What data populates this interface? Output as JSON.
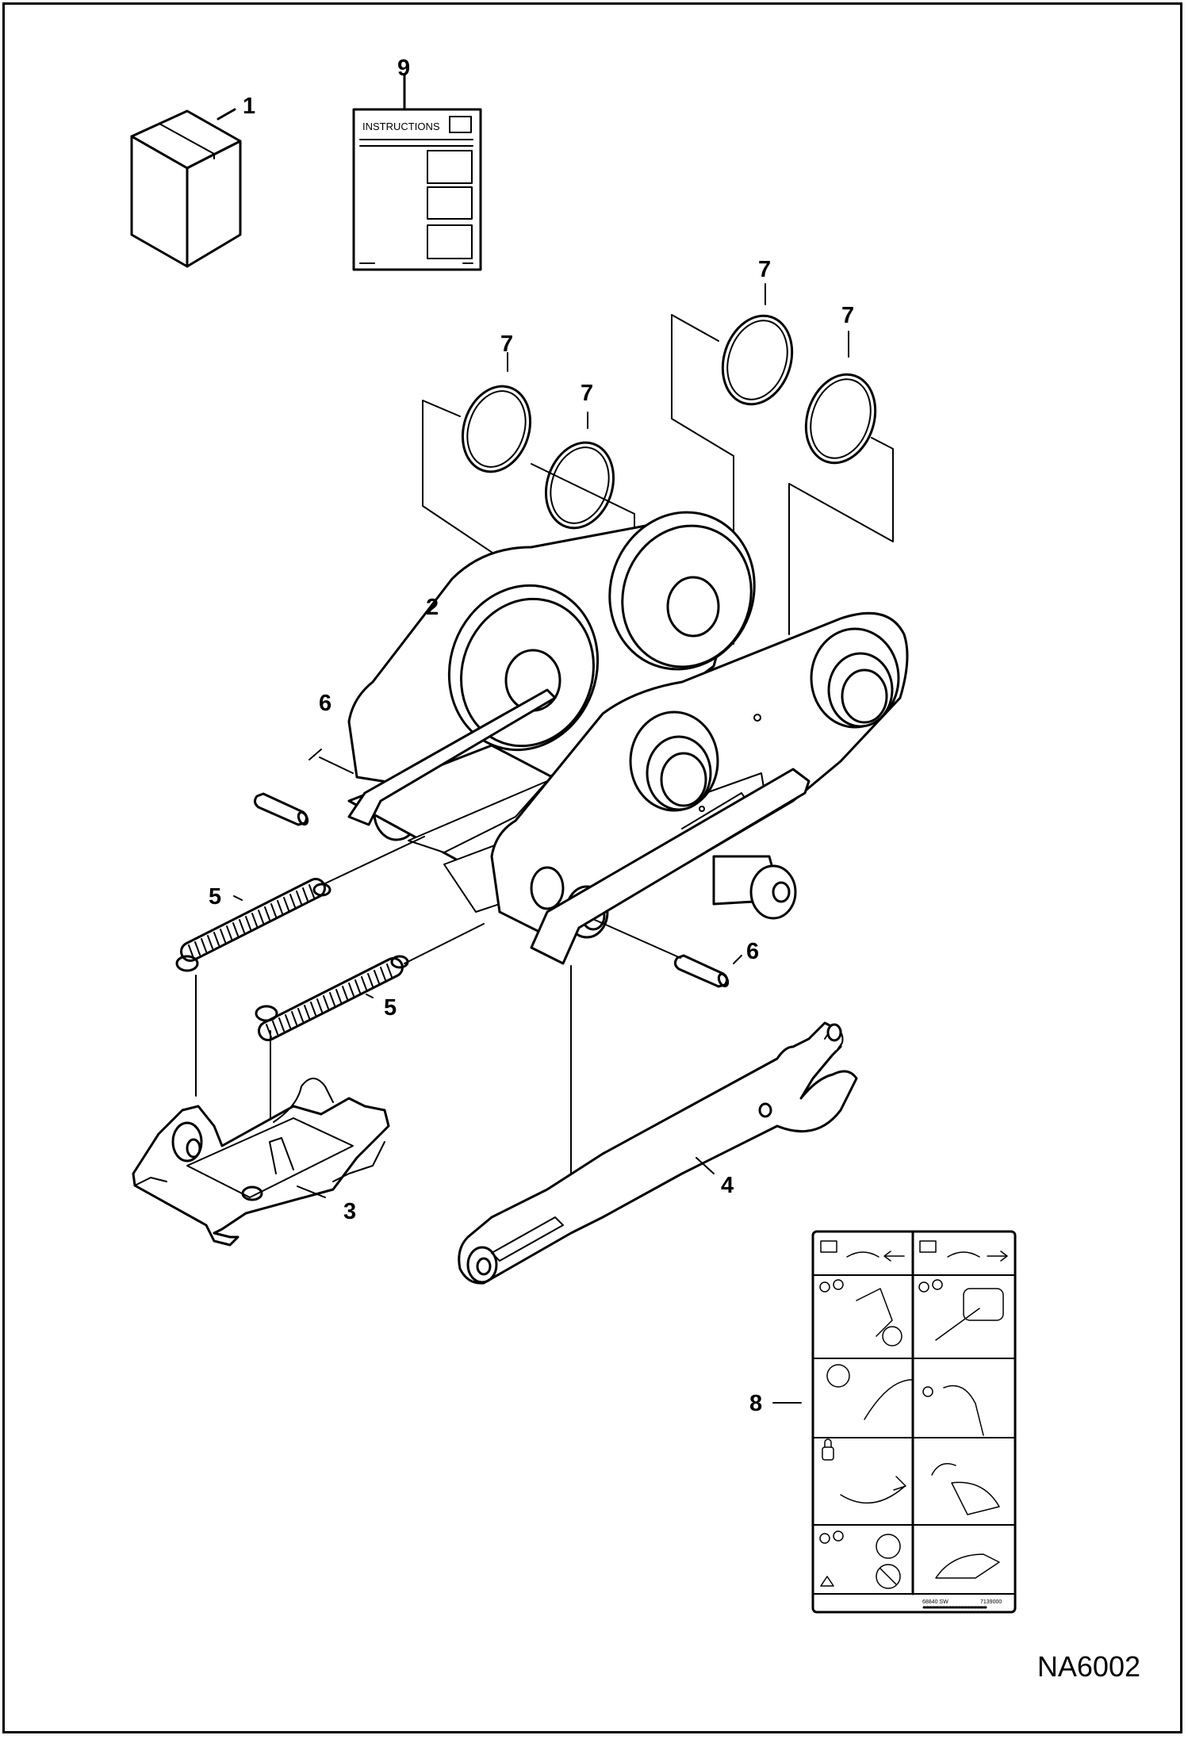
{
  "diagram": {
    "drawing_id": "NA6002",
    "instructions_sheet_title": "INSTRUCTIONS",
    "decal_codes": [
      "68840 SW",
      "7139000"
    ],
    "callouts": {
      "box": "1",
      "coupler_frame": "2",
      "latch_plate": "3",
      "lever": "4",
      "spring_upper": "5",
      "spring_lower": "5",
      "pin_left": "6",
      "pin_right": "6",
      "oring_a": "7",
      "oring_b": "7",
      "oring_c": "7",
      "oring_d": "7",
      "decal": "8",
      "manual": "9"
    }
  }
}
